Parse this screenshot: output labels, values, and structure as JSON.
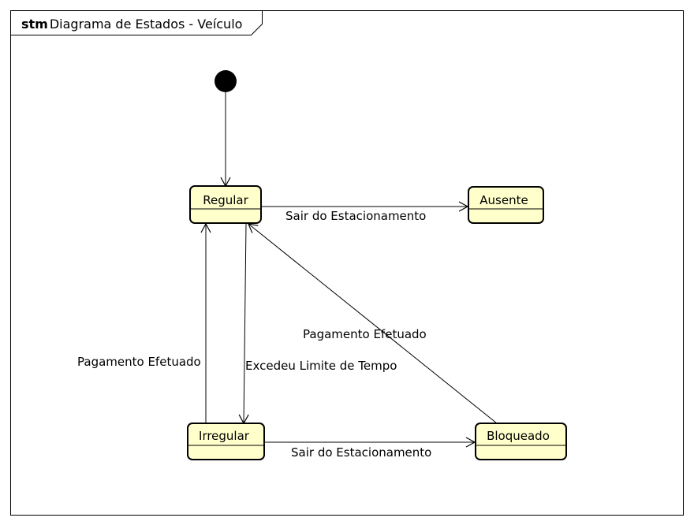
{
  "frame": {
    "keyword": "stm",
    "title": "Diagrama de Estados - Veículo"
  },
  "states": {
    "regular": "Regular",
    "ausente": "Ausente",
    "irregular": "Irregular",
    "bloqueado": "Bloqueado"
  },
  "transitions": {
    "regular_to_ausente": "Sair do Estacionamento",
    "bloqueado_to_regular": "Pagamento Efetuado",
    "irregular_to_regular": "Pagamento Efetuado",
    "regular_to_irregular": "Excedeu Limite de Tempo",
    "irregular_to_bloqueado": "Sair do Estacionamento"
  },
  "colors": {
    "state_fill": "#ffffcc",
    "stroke": "#000000",
    "background": "#ffffff"
  }
}
